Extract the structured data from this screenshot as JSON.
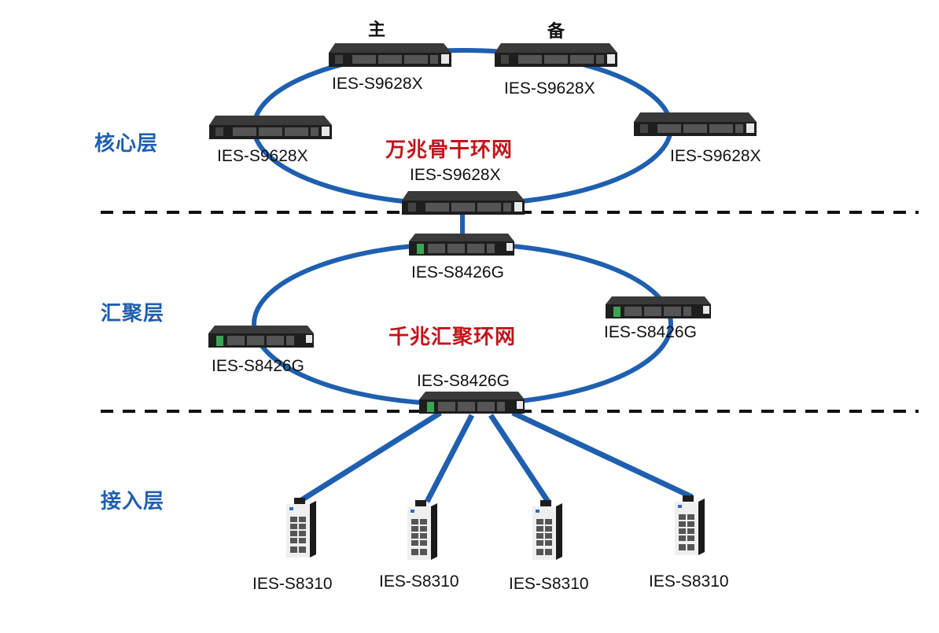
{
  "layers": {
    "core": "核心层",
    "aggregation": "汇聚层",
    "access": "接入层"
  },
  "rings": {
    "core": "万兆骨干环网",
    "aggregation": "千兆汇聚环网"
  },
  "roles": {
    "primary": "主",
    "backup": "备"
  },
  "colors": {
    "link": "#1f5fb0",
    "layer_label": "#1f5fb0",
    "ring_label": "#c0151b",
    "divider": "#111111",
    "device_body": "#2a2a2a",
    "terminal_green": "#3aa655"
  },
  "devices": {
    "core": [
      {
        "model": "IES-S9628X",
        "role": "primary"
      },
      {
        "model": "IES-S9628X",
        "role": "backup"
      },
      {
        "model": "IES-S9628X"
      },
      {
        "model": "IES-S9628X"
      },
      {
        "model": "IES-S9628X"
      }
    ],
    "aggregation": [
      {
        "model": "IES-S8426G"
      },
      {
        "model": "IES-S8426G"
      },
      {
        "model": "IES-S8426G"
      },
      {
        "model": "IES-S8426G"
      }
    ],
    "access": [
      {
        "model": "IES-S8310"
      },
      {
        "model": "IES-S8310"
      },
      {
        "model": "IES-S8310"
      },
      {
        "model": "IES-S8310"
      }
    ]
  }
}
